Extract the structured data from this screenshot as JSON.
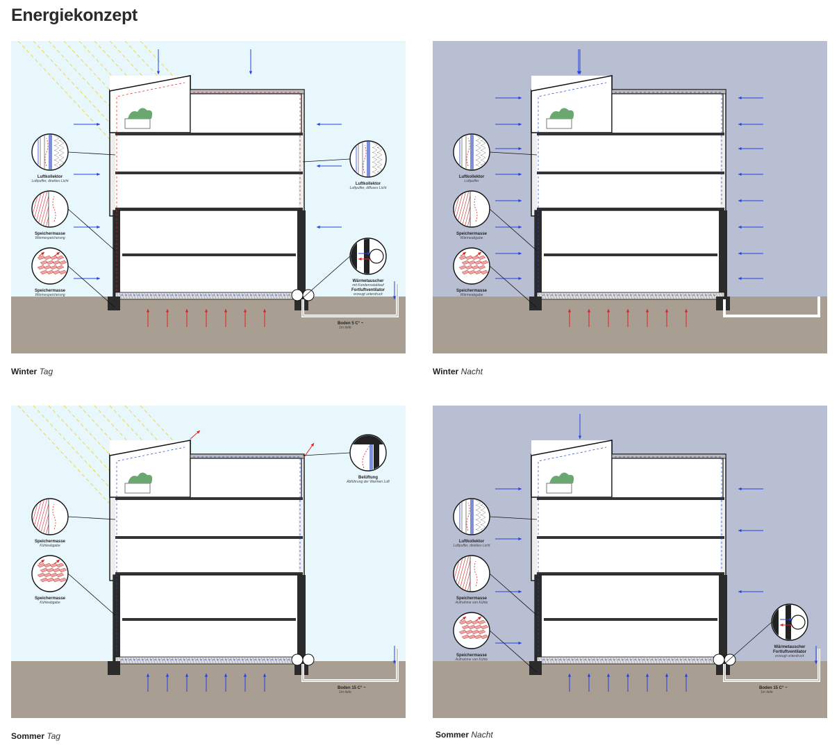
{
  "title": "Energiekonzept",
  "colors": {
    "sky_day": "#e8f7fc",
    "sky_night": "#b9bfd3",
    "ground": "#a89e92",
    "arrow_warm": "#e02020",
    "arrow_cold": "#2340e0",
    "sun": "#f3cf1e",
    "plant": "#6aa86f"
  },
  "panels": [
    {
      "id": "winter-tag",
      "caption_bold": "Winter",
      "caption_italic": "Tag",
      "night": false,
      "sun": true,
      "ground_label": "Boden 5 C° ~",
      "ground_sub": "1m tiefe",
      "callouts": [
        {
          "title": "Luftkollektor",
          "sub": "Luftpuffer, direktes Licht",
          "icon": "collector-detail-icon"
        },
        {
          "title": "Speichermasse",
          "sub": "Wärmespeicherung",
          "icon": "storage-wall-detail-icon"
        },
        {
          "title": "Speichermasse",
          "sub": "Wärmespeicherung",
          "icon": "storage-floor-detail-icon"
        },
        {
          "title": "Luftkollektor",
          "sub": "Luftpuffer, diffuses Licht",
          "icon": "collector-detail-icon"
        },
        {
          "title": "Wärmetauscher",
          "sub": "mit Kondensatablauf",
          "icon": "heat-exchanger-detail-icon"
        },
        {
          "title": "Fortluftventilator",
          "sub": "erzeugt unterdruck",
          "icon": "fan-icon"
        }
      ]
    },
    {
      "id": "winter-nacht",
      "caption_bold": "Winter",
      "caption_italic": "Nacht",
      "night": true,
      "sun": false,
      "callouts": [
        {
          "title": "Luftkollektor",
          "sub": "Luftpuffer",
          "icon": "collector-detail-icon"
        },
        {
          "title": "Speichermasse",
          "sub": "Wärmeabgabe",
          "icon": "storage-wall-detail-icon"
        },
        {
          "title": "Speichermasse",
          "sub": "Wärmeabgabe",
          "icon": "storage-floor-detail-icon"
        }
      ]
    },
    {
      "id": "sommer-tag",
      "caption_bold": "Sommer",
      "caption_italic": "Tag",
      "night": false,
      "sun": true,
      "ground_label": "Boden 15 C° ~",
      "ground_sub": "1m tiefe",
      "callouts": [
        {
          "title": "Belüftung",
          "sub": "Abführung der Warmen Luft",
          "icon": "ventilation-detail-icon"
        },
        {
          "title": "Speichermasse",
          "sub": "Kühleabgabe",
          "icon": "storage-wall-detail-icon"
        },
        {
          "title": "Speichermasse",
          "sub": "Kühleabgabe",
          "icon": "storage-floor-detail-icon"
        }
      ]
    },
    {
      "id": "sommer-nacht",
      "caption_bold": "Sommer",
      "caption_italic": "Nacht",
      "night": true,
      "sun": false,
      "ground_label": "Boden 15 C° ~",
      "ground_sub": "1m tiefe",
      "callouts": [
        {
          "title": "Luftkollektor",
          "sub": "Luftpuffer, direktes Licht",
          "icon": "collector-detail-icon"
        },
        {
          "title": "Speichermasse",
          "sub": "Aufnahme von Kühle",
          "icon": "storage-wall-detail-icon"
        },
        {
          "title": "Speichermasse",
          "sub": "Aufnahme von Kühle",
          "icon": "storage-floor-detail-icon"
        },
        {
          "title": "Fortluftventilator",
          "sub": "erzeugt unterdruck",
          "icon": "fan-icon"
        },
        {
          "title": "Wärmetauscher",
          "sub": "",
          "icon": "heat-exchanger-detail-icon"
        }
      ]
    }
  ]
}
